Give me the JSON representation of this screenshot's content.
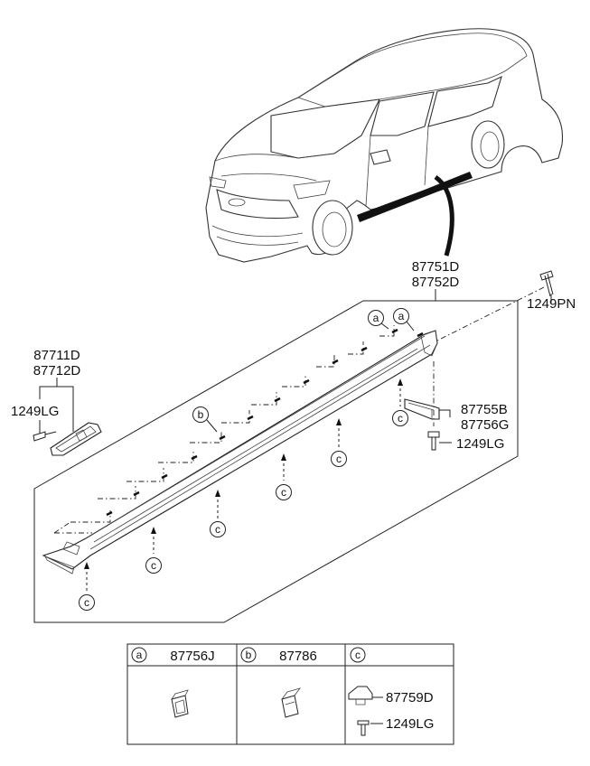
{
  "labels": {
    "main_part": [
      "87751D",
      "87752D"
    ],
    "screw_top": "1249PN",
    "front_cover": [
      "87711D",
      "87712D"
    ],
    "screw_left": "1249LG",
    "bracket": [
      "87755B",
      "87756G"
    ],
    "screw_right": "1249LG"
  },
  "callouts": {
    "a": "a",
    "b": "b",
    "c": "c"
  },
  "legend_table": {
    "cells": [
      {
        "key": "a",
        "parts": [
          "87756J"
        ]
      },
      {
        "key": "b",
        "parts": [
          "87786"
        ]
      },
      {
        "key": "c",
        "parts": [
          "87759D",
          "1249LG"
        ]
      }
    ]
  }
}
